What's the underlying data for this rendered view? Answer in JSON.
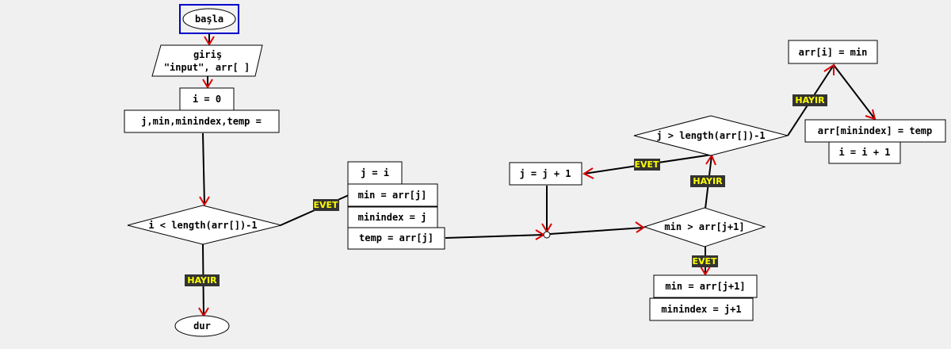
{
  "nodes": {
    "start": "başla",
    "input_line1": "giriş",
    "input_line2": "\"input\", arr[ ]",
    "init_i": "i = 0",
    "declare": "j,min,minindex,temp =",
    "cond_outer": "i < length(arr[])-1",
    "stop": "dur",
    "set_j": "j = i",
    "set_min": "min = arr[j]",
    "set_minindex": "minindex = j",
    "set_temp": "temp = arr[j]",
    "incr_j": "j = j + 1",
    "cond_inner": "j > length(arr[])-1",
    "cond_compare": "min > arr[j+1]",
    "assign_min": "min = arr[j+1]",
    "assign_minindex": "minindex = j+1",
    "swap_a": "arr[i] = min",
    "swap_b": "arr[minindex] = temp",
    "incr_i": "i = i + 1"
  },
  "labels": {
    "yes": "EVET",
    "no": "HAYIR"
  },
  "colors": {
    "background": "#f0f0f0",
    "arrowhead": "#e00000",
    "start_highlight": "#0000cc",
    "badge_bg": "#333333",
    "badge_text": "#ffff00"
  }
}
